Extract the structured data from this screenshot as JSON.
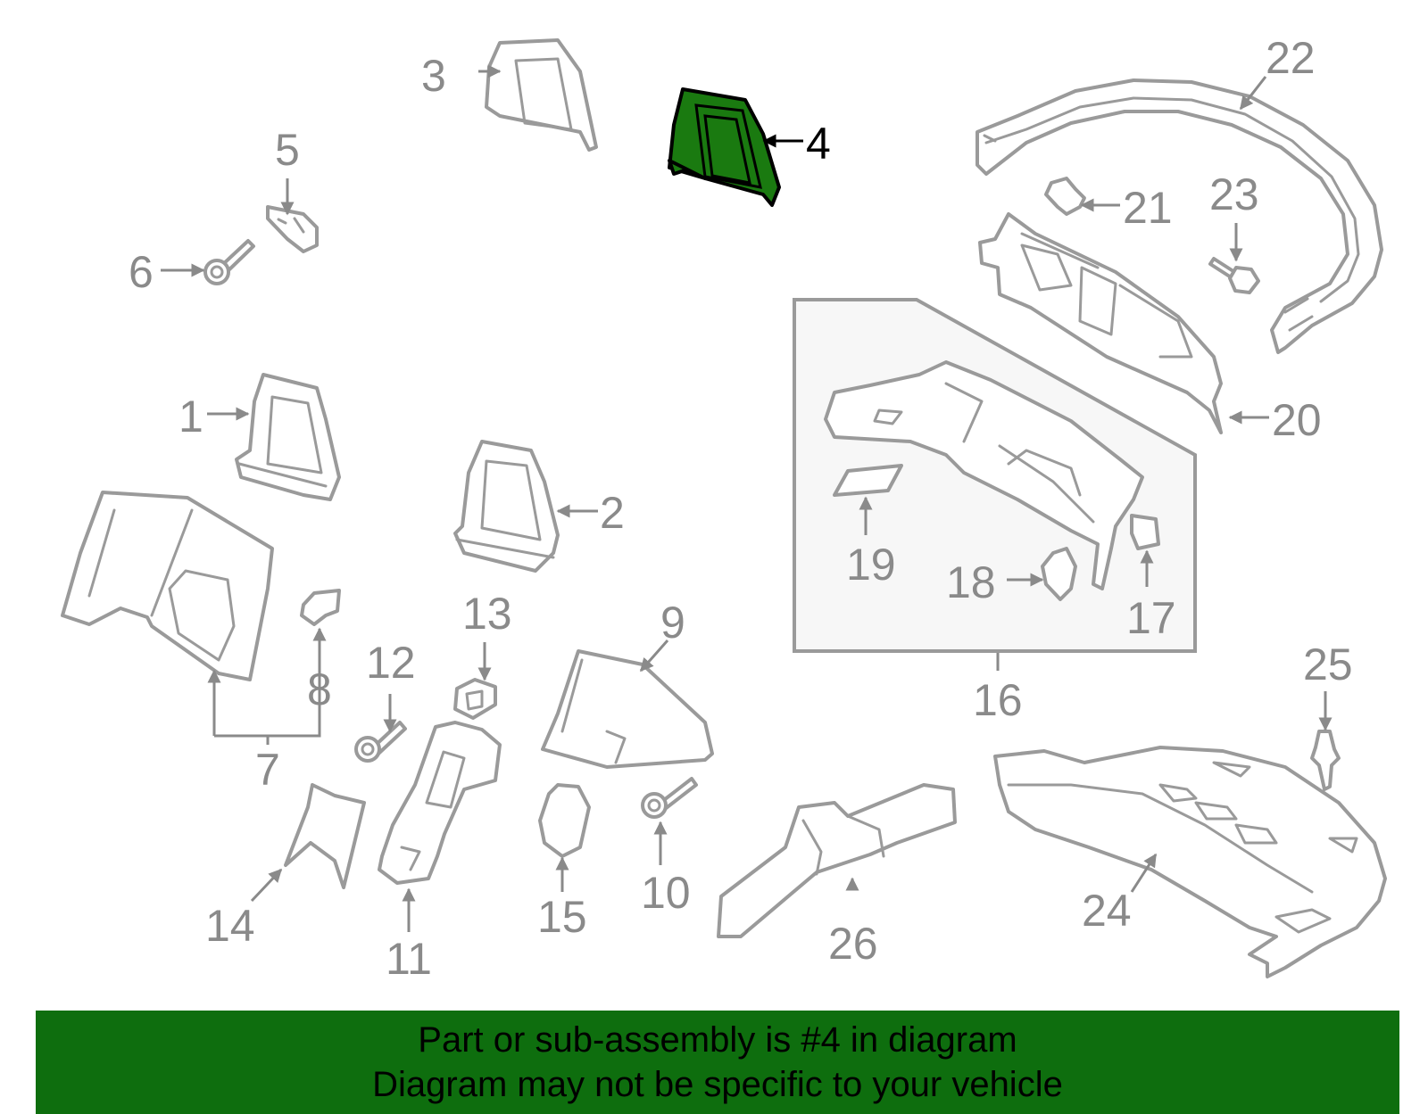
{
  "banner": {
    "line1": "Part or sub-assembly is #4 in diagram",
    "line2": "Diagram may not be specific to your vehicle",
    "color": "#0e6e0e"
  },
  "highlight": {
    "part": "4",
    "color": "#1a7a10"
  },
  "callouts": [
    "1",
    "2",
    "3",
    "4",
    "5",
    "6",
    "7",
    "8",
    "9",
    "10",
    "11",
    "12",
    "13",
    "14",
    "15",
    "16",
    "17",
    "18",
    "19",
    "20",
    "21",
    "22",
    "23",
    "24",
    "25",
    "26"
  ]
}
